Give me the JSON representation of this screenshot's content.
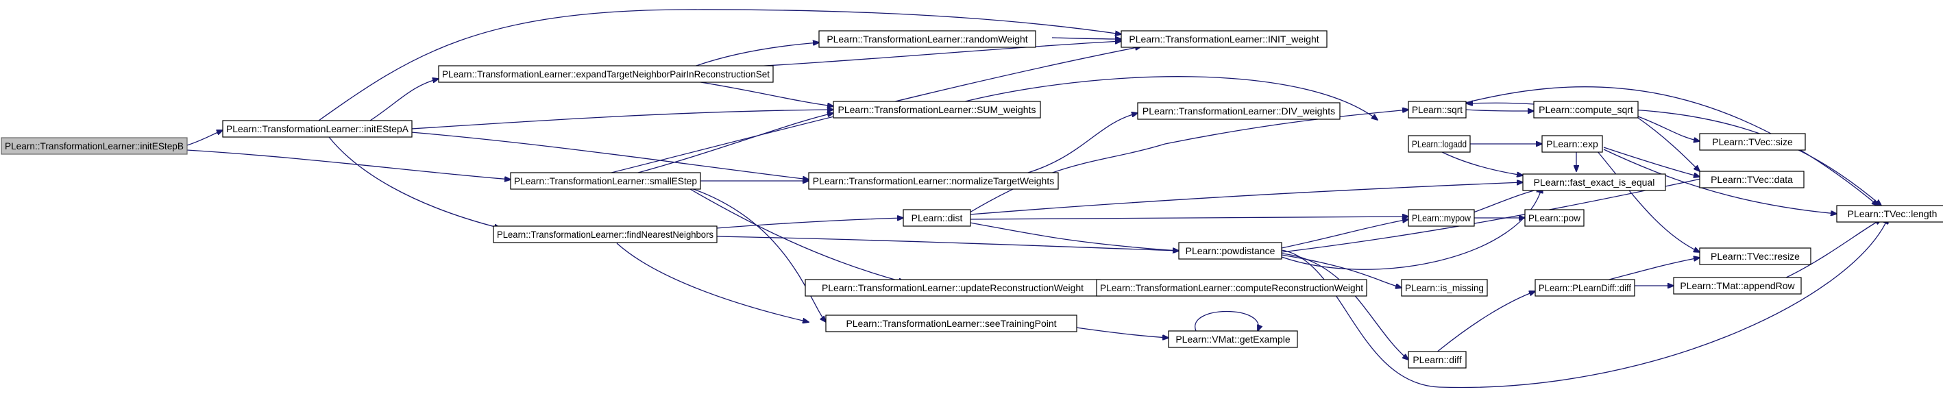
{
  "diagram": {
    "type": "call-graph",
    "edge_color": "#191970",
    "root_fill": "#bfbfbf",
    "nodes": [
      {
        "id": "initEStepB",
        "label": "PLearn::TransformationLearner::initEStepB",
        "root": true
      },
      {
        "id": "initEStepA",
        "label": "PLearn::TransformationLearner::initEStepA"
      },
      {
        "id": "expandTNP",
        "label": "PLearn::TransformationLearner::expandTargetNeighborPairInReconstructionSet"
      },
      {
        "id": "randomWeight",
        "label": "PLearn::TransformationLearner::randomWeight"
      },
      {
        "id": "INIT_weight",
        "label": "PLearn::TransformationLearner::INIT_weight"
      },
      {
        "id": "SUM_weights",
        "label": "PLearn::TransformationLearner::SUM_weights"
      },
      {
        "id": "DIV_weights",
        "label": "PLearn::TransformationLearner::DIV_weights"
      },
      {
        "id": "smallEStep",
        "label": "PLearn::TransformationLearner::smallEStep"
      },
      {
        "id": "normalizeTW",
        "label": "PLearn::TransformationLearner::normalizeTargetWeights"
      },
      {
        "id": "findNN",
        "label": "PLearn::TransformationLearner::findNearestNeighbors"
      },
      {
        "id": "dist",
        "label": "PLearn::dist"
      },
      {
        "id": "powdistance",
        "label": "PLearn::powdistance"
      },
      {
        "id": "updateRW",
        "label": "PLearn::TransformationLearner::updateReconstructionWeight"
      },
      {
        "id": "computeRW",
        "label": "PLearn::TransformationLearner::computeReconstructionWeight"
      },
      {
        "id": "seeTP",
        "label": "PLearn::TransformationLearner::seeTrainingPoint"
      },
      {
        "id": "getExample",
        "label": "PLearn::VMat::getExample"
      },
      {
        "id": "sqrt",
        "label": "PLearn::sqrt"
      },
      {
        "id": "compute_sqrt",
        "label": "PLearn::compute_sqrt"
      },
      {
        "id": "logadd",
        "label": "PLearn::logadd"
      },
      {
        "id": "exp",
        "label": "PLearn::exp"
      },
      {
        "id": "fast_exact",
        "label": "PLearn::fast_exact_is_equal"
      },
      {
        "id": "mypow",
        "label": "PLearn::mypow"
      },
      {
        "id": "pow",
        "label": "PLearn::pow"
      },
      {
        "id": "is_missing",
        "label": "PLearn::is_missing"
      },
      {
        "id": "PLearnDiff",
        "label": "PLearn::PLearnDiff::diff"
      },
      {
        "id": "diff",
        "label": "PLearn::diff"
      },
      {
        "id": "TVec_size",
        "label": "PLearn::TVec::size"
      },
      {
        "id": "TVec_data",
        "label": "PLearn::TVec::data"
      },
      {
        "id": "TVec_length",
        "label": "PLearn::TVec::length"
      },
      {
        "id": "TVec_resize",
        "label": "PLearn::TVec::resize"
      },
      {
        "id": "TMat_appendRow",
        "label": "PLearn::TMat::appendRow"
      }
    ]
  }
}
